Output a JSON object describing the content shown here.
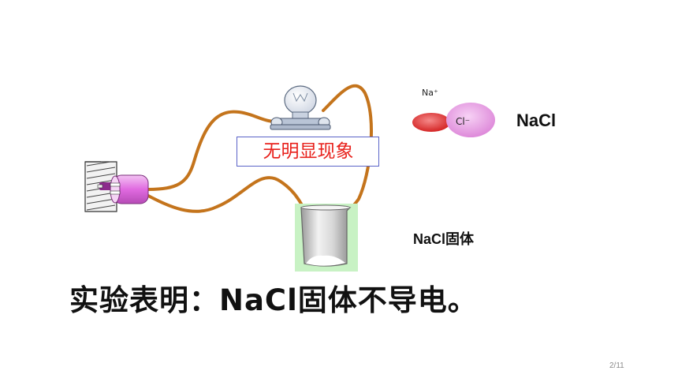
{
  "observation": {
    "text": "无明显现象"
  },
  "ions": {
    "sodium": "Na⁺",
    "chloride": "Cl⁻"
  },
  "labels": {
    "formula": "NaCl",
    "solid": "NaCl固体"
  },
  "conclusion": {
    "text": "实验表明：NaCl固体不导电。"
  },
  "footer": {
    "page": "2/11"
  },
  "colors": {
    "wire": "#c4741c",
    "sodium_ion": "#e23a3a",
    "chloride_ion": "#e9a6e6",
    "observation_text": "#e8211c",
    "observation_border": "#5a63c8",
    "plug_sleeve": "#e06ae0",
    "beaker_glow": "#c8f2c4"
  }
}
